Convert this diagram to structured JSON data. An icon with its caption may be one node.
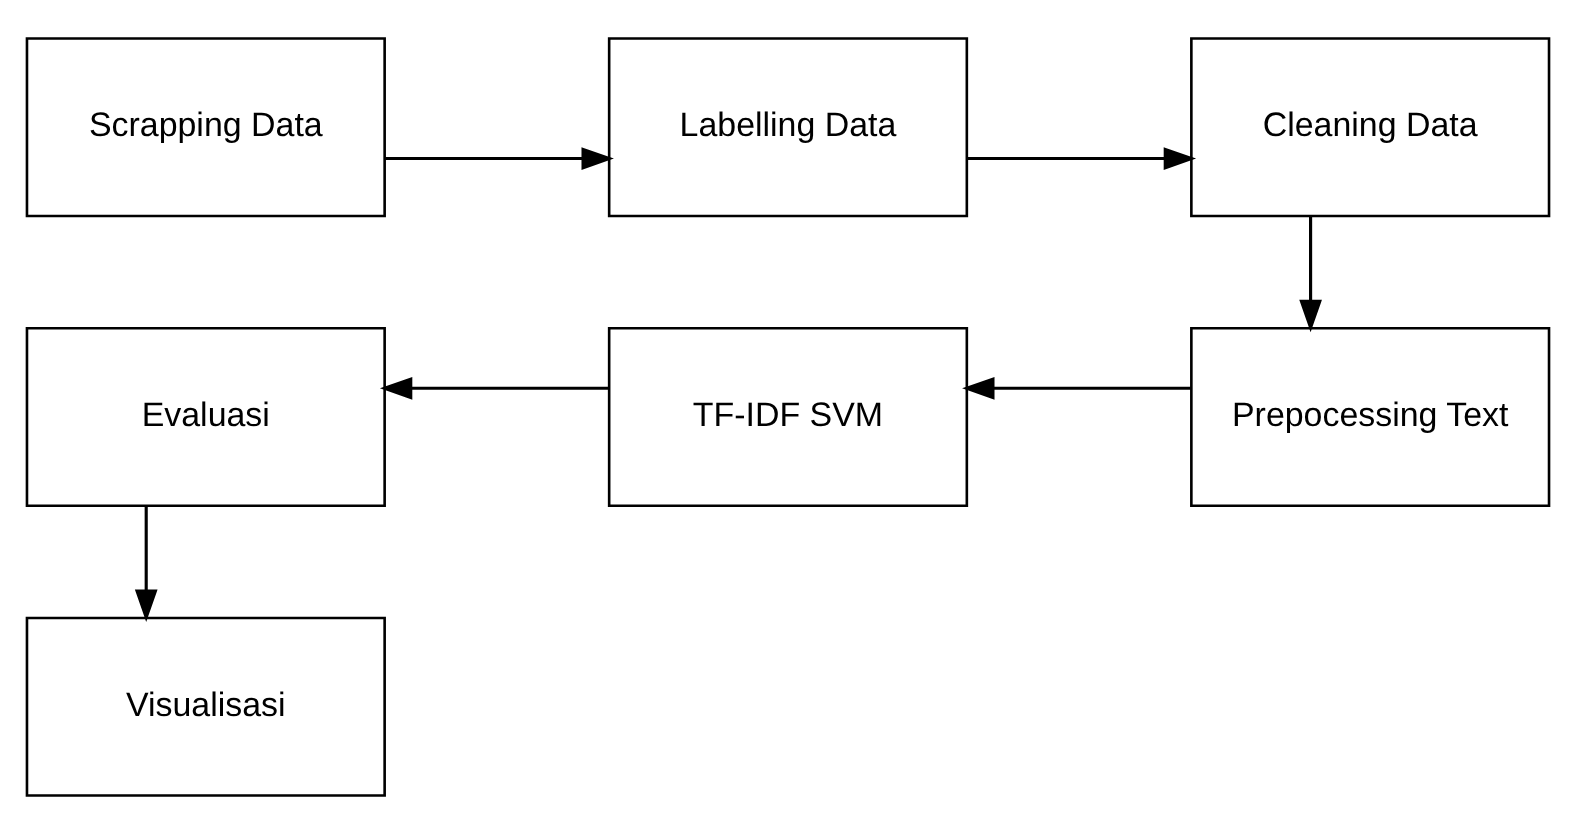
{
  "diagram": {
    "nodes": [
      {
        "text": [
          "Scrapping Data"
        ]
      },
      {
        "text": [
          "Labelling Data"
        ]
      },
      {
        "text": [
          "Cleaning Data"
        ]
      },
      {
        "text": [
          "Prepocessing Text"
        ]
      },
      {
        "text": [
          "TF-IDF SVM"
        ]
      },
      {
        "text": [
          "Evaluasi"
        ]
      },
      {
        "text": [
          "Visualisasi"
        ]
      }
    ],
    "edges": [
      {
        "from": 0,
        "to": 1,
        "arrow": "to"
      },
      {
        "from": 1,
        "to": 2,
        "arrow": "to"
      },
      {
        "from": 2,
        "to": 3,
        "arrow": "to"
      },
      {
        "from": 3,
        "to": 4,
        "arrow": "to"
      },
      {
        "from": 4,
        "to": 5,
        "arrow": "to"
      },
      {
        "from": 5,
        "to": 6,
        "arrow": "to"
      }
    ]
  }
}
